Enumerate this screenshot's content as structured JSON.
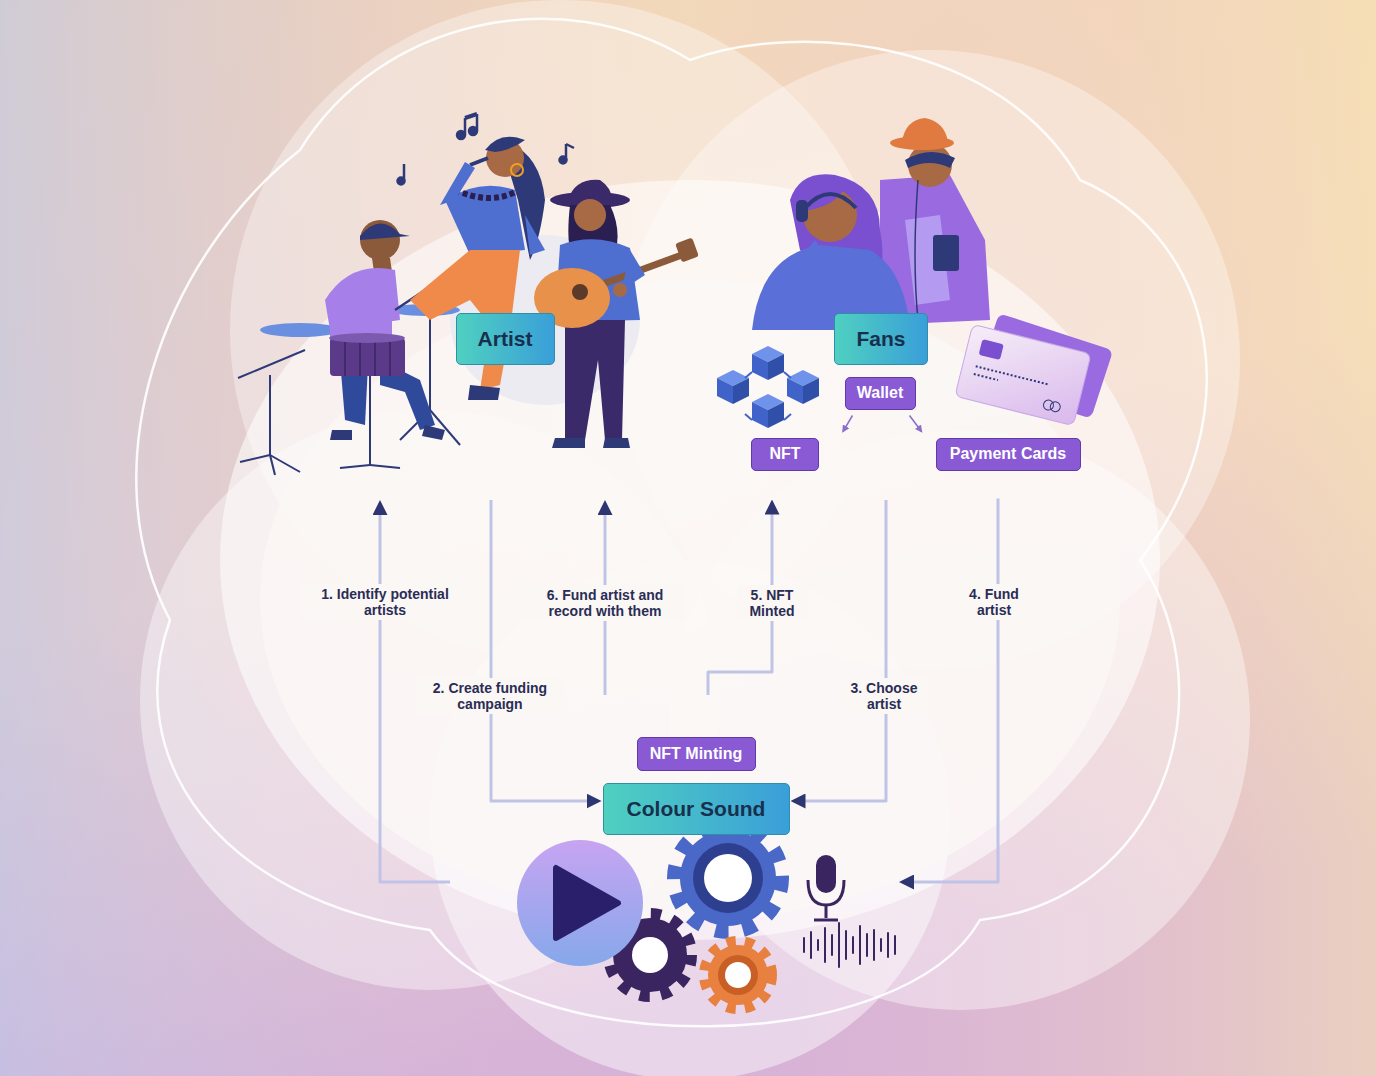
{
  "diagram": {
    "nodes": [
      {
        "text": [
          "Artist"
        ]
      },
      {
        "text": [
          "Fans"
        ]
      },
      {
        "text": [
          "Wallet"
        ]
      },
      {
        "text": [
          "NFT"
        ]
      },
      {
        "text": [
          "Payment Cards"
        ]
      },
      {
        "text": [
          "NFT Minting"
        ]
      },
      {
        "text": [
          "Colour Sound"
        ]
      }
    ],
    "edges": [
      {
        "from": 6,
        "to": 0,
        "label": "1. Identify potential artists",
        "arrow": "to"
      },
      {
        "from": 0,
        "to": 6,
        "label": "2. Create funding campaign",
        "arrow": "to"
      },
      {
        "from": 1,
        "to": 6,
        "label": "3. Choose artist",
        "arrow": "to"
      },
      {
        "from": 4,
        "to": 6,
        "label": "4. Fund artist",
        "arrow": "to"
      },
      {
        "from": 5,
        "to": 3,
        "label": "5. NFT Minted",
        "arrow": "to"
      },
      {
        "from": 6,
        "to": 0,
        "label": "6. Fund artist and record with them",
        "arrow": "to"
      },
      {
        "from": 2,
        "to": 3,
        "arrow": "to"
      },
      {
        "from": 2,
        "to": 4,
        "arrow": "to"
      }
    ]
  }
}
